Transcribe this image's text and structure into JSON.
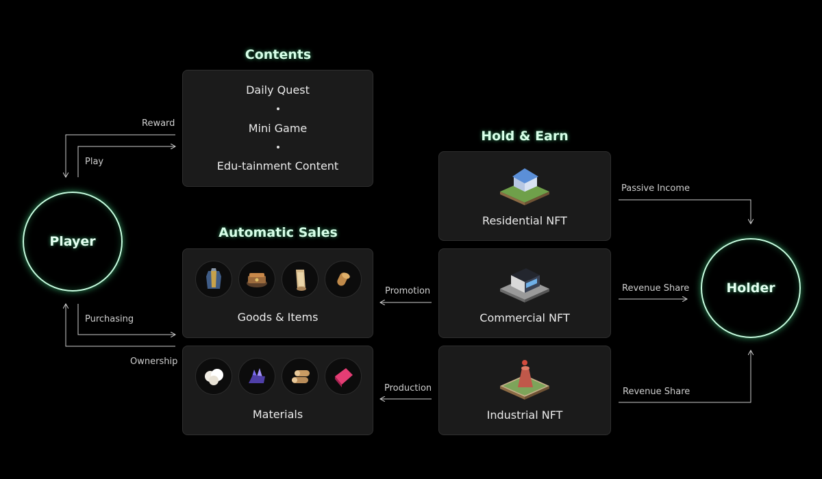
{
  "titles": {
    "contents": "Contents",
    "automatic_sales": "Automatic Sales",
    "hold_earn": "Hold & Earn"
  },
  "contents": {
    "items": [
      "Daily Quest",
      "Mini Game",
      "Edu-tainment Content"
    ]
  },
  "sales": {
    "goods_label": "Goods & Items",
    "goods_icons": [
      "armor-icon",
      "chest-icon",
      "scroll-icon",
      "bread-icon"
    ],
    "materials_label": "Materials",
    "materials_icons": [
      "cotton-icon",
      "crystal-icon",
      "logs-icon",
      "fabric-icon"
    ]
  },
  "nfts": {
    "residential": "Residential NFT",
    "commercial": "Commercial NFT",
    "industrial": "Industrial NFT"
  },
  "nodes": {
    "player": "Player",
    "holder": "Holder"
  },
  "edges": {
    "reward": "Reward",
    "play": "Play",
    "purchasing": "Purchasing",
    "ownership": "Ownership",
    "promotion": "Promotion",
    "production": "Production",
    "passive_income": "Passive Income",
    "revenue_share_commercial": "Revenue Share",
    "revenue_share_industrial": "Revenue Share"
  },
  "colors": {
    "background": "#000000",
    "box": "#1b1b1b",
    "glow": "#5affaa",
    "line": "#d0d0d0"
  }
}
